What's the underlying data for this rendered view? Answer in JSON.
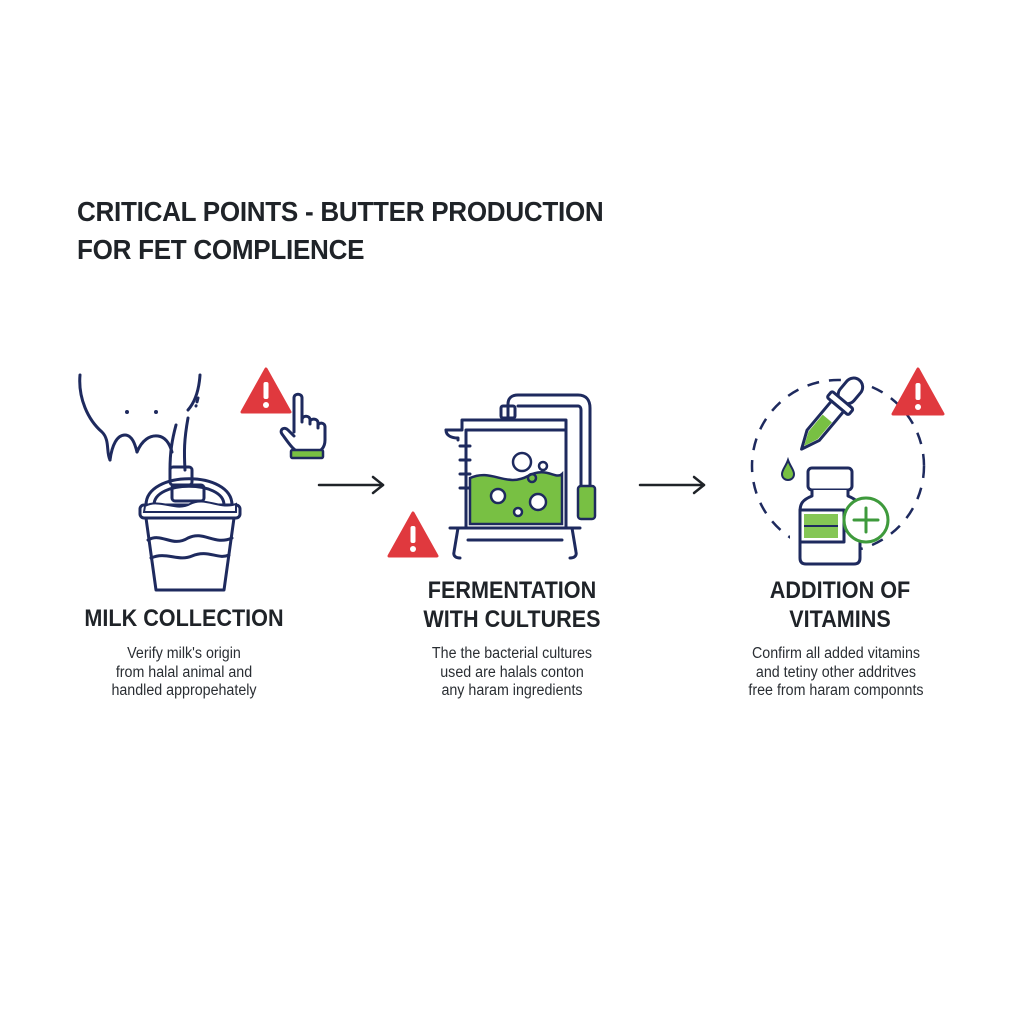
{
  "title": {
    "line1": "CRITICAL POINTS - BUTTER PRODUCTION",
    "line2": "FOR FET COMPLIENCE"
  },
  "colors": {
    "navy": "#1e2a5e",
    "green": "#78c043",
    "warning_red": "#e0393e"
  },
  "steps": [
    {
      "icon": "milk-bucket-icon",
      "title_lines": [
        "MILK COLLECTION"
      ],
      "desc_lines": [
        "Verify milk's origin",
        "from halal animal and",
        "handled appropehately"
      ]
    },
    {
      "icon": "fermentation-tank-icon",
      "title_lines": [
        "FERMENTATION",
        "WITH CULTURES"
      ],
      "desc_lines": [
        "The the bacterial cultures",
        "used are halals conton",
        "any haram ingredients"
      ]
    },
    {
      "icon": "vitamin-bottle-icon",
      "title_lines": [
        "ADDITION OF",
        "VITAMINS"
      ],
      "desc_lines": [
        "Confirm all added vitamins",
        "and tetiny other addritves",
        "free from haram componnts"
      ]
    }
  ]
}
